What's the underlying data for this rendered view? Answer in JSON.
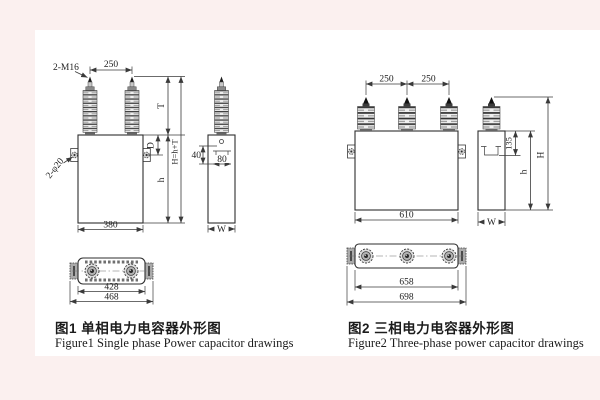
{
  "colors": {
    "frame_bg": "#fbf0ef",
    "paper": "#ffffff",
    "ink": "#3a3a3a"
  },
  "fig1": {
    "title_zh": "图1  单相电力电容器外形图",
    "title_en": "Figure1 Single phase Power capacitor drawings",
    "dims": {
      "bolt": "2-M16",
      "pitch": "250",
      "T": "T",
      "total": "H=h+T",
      "D": "D",
      "h": "h",
      "holes": "2-φ20",
      "body_width": "380",
      "bracket_v": "40",
      "bracket_h": "80",
      "side_width": "W",
      "top_inner": "428",
      "top_outer": "468"
    }
  },
  "fig2": {
    "title_zh": "图2  三相电力电容器外形图",
    "title_en": "Figure2  Three-phase power capacitor drawings",
    "dims": {
      "pitch_l": "250",
      "pitch_r": "250",
      "body_width": "610",
      "bracket": "135",
      "h": "h",
      "H": "H",
      "side_width": "W",
      "top_inner": "658",
      "top_outer": "698"
    }
  }
}
